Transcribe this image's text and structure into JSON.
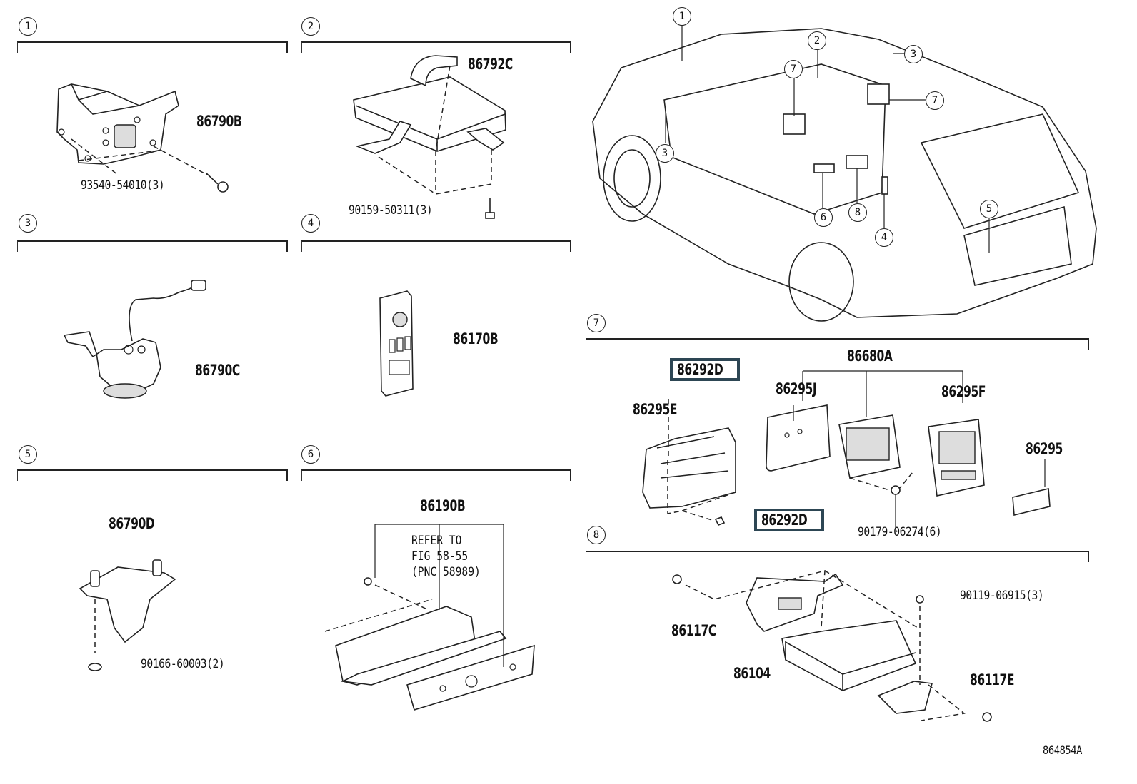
{
  "figure_id": "864854A",
  "sections": [
    {
      "number": "1",
      "parts": [
        "86790B",
        "93540-54010(3)"
      ]
    },
    {
      "number": "2",
      "parts": [
        "86792C",
        "90159-50311(3)"
      ]
    },
    {
      "number": "3",
      "parts": [
        "86790C"
      ]
    },
    {
      "number": "4",
      "parts": [
        "86170B"
      ]
    },
    {
      "number": "5",
      "parts": [
        "86790D",
        "90166-60003(2)"
      ]
    },
    {
      "number": "6",
      "parts": [
        "86190B"
      ],
      "note": [
        "REFER TO",
        "FIG 58-55",
        "(PNC 58989)"
      ]
    },
    {
      "number": "7",
      "parts": [
        "86292D",
        "86295E",
        "86680A",
        "86295J",
        "86295F",
        "86295",
        "86292D",
        "90179-06274(6)"
      ]
    },
    {
      "number": "8",
      "parts": [
        "90119-06915(3)",
        "86117C",
        "86104",
        "86117E"
      ]
    }
  ],
  "vehicle_callouts": [
    "1",
    "2",
    "3",
    "7",
    "7",
    "3",
    "6",
    "8",
    "4",
    "5"
  ],
  "highlight": {
    "part": "86292D",
    "color": "#2d4654"
  }
}
